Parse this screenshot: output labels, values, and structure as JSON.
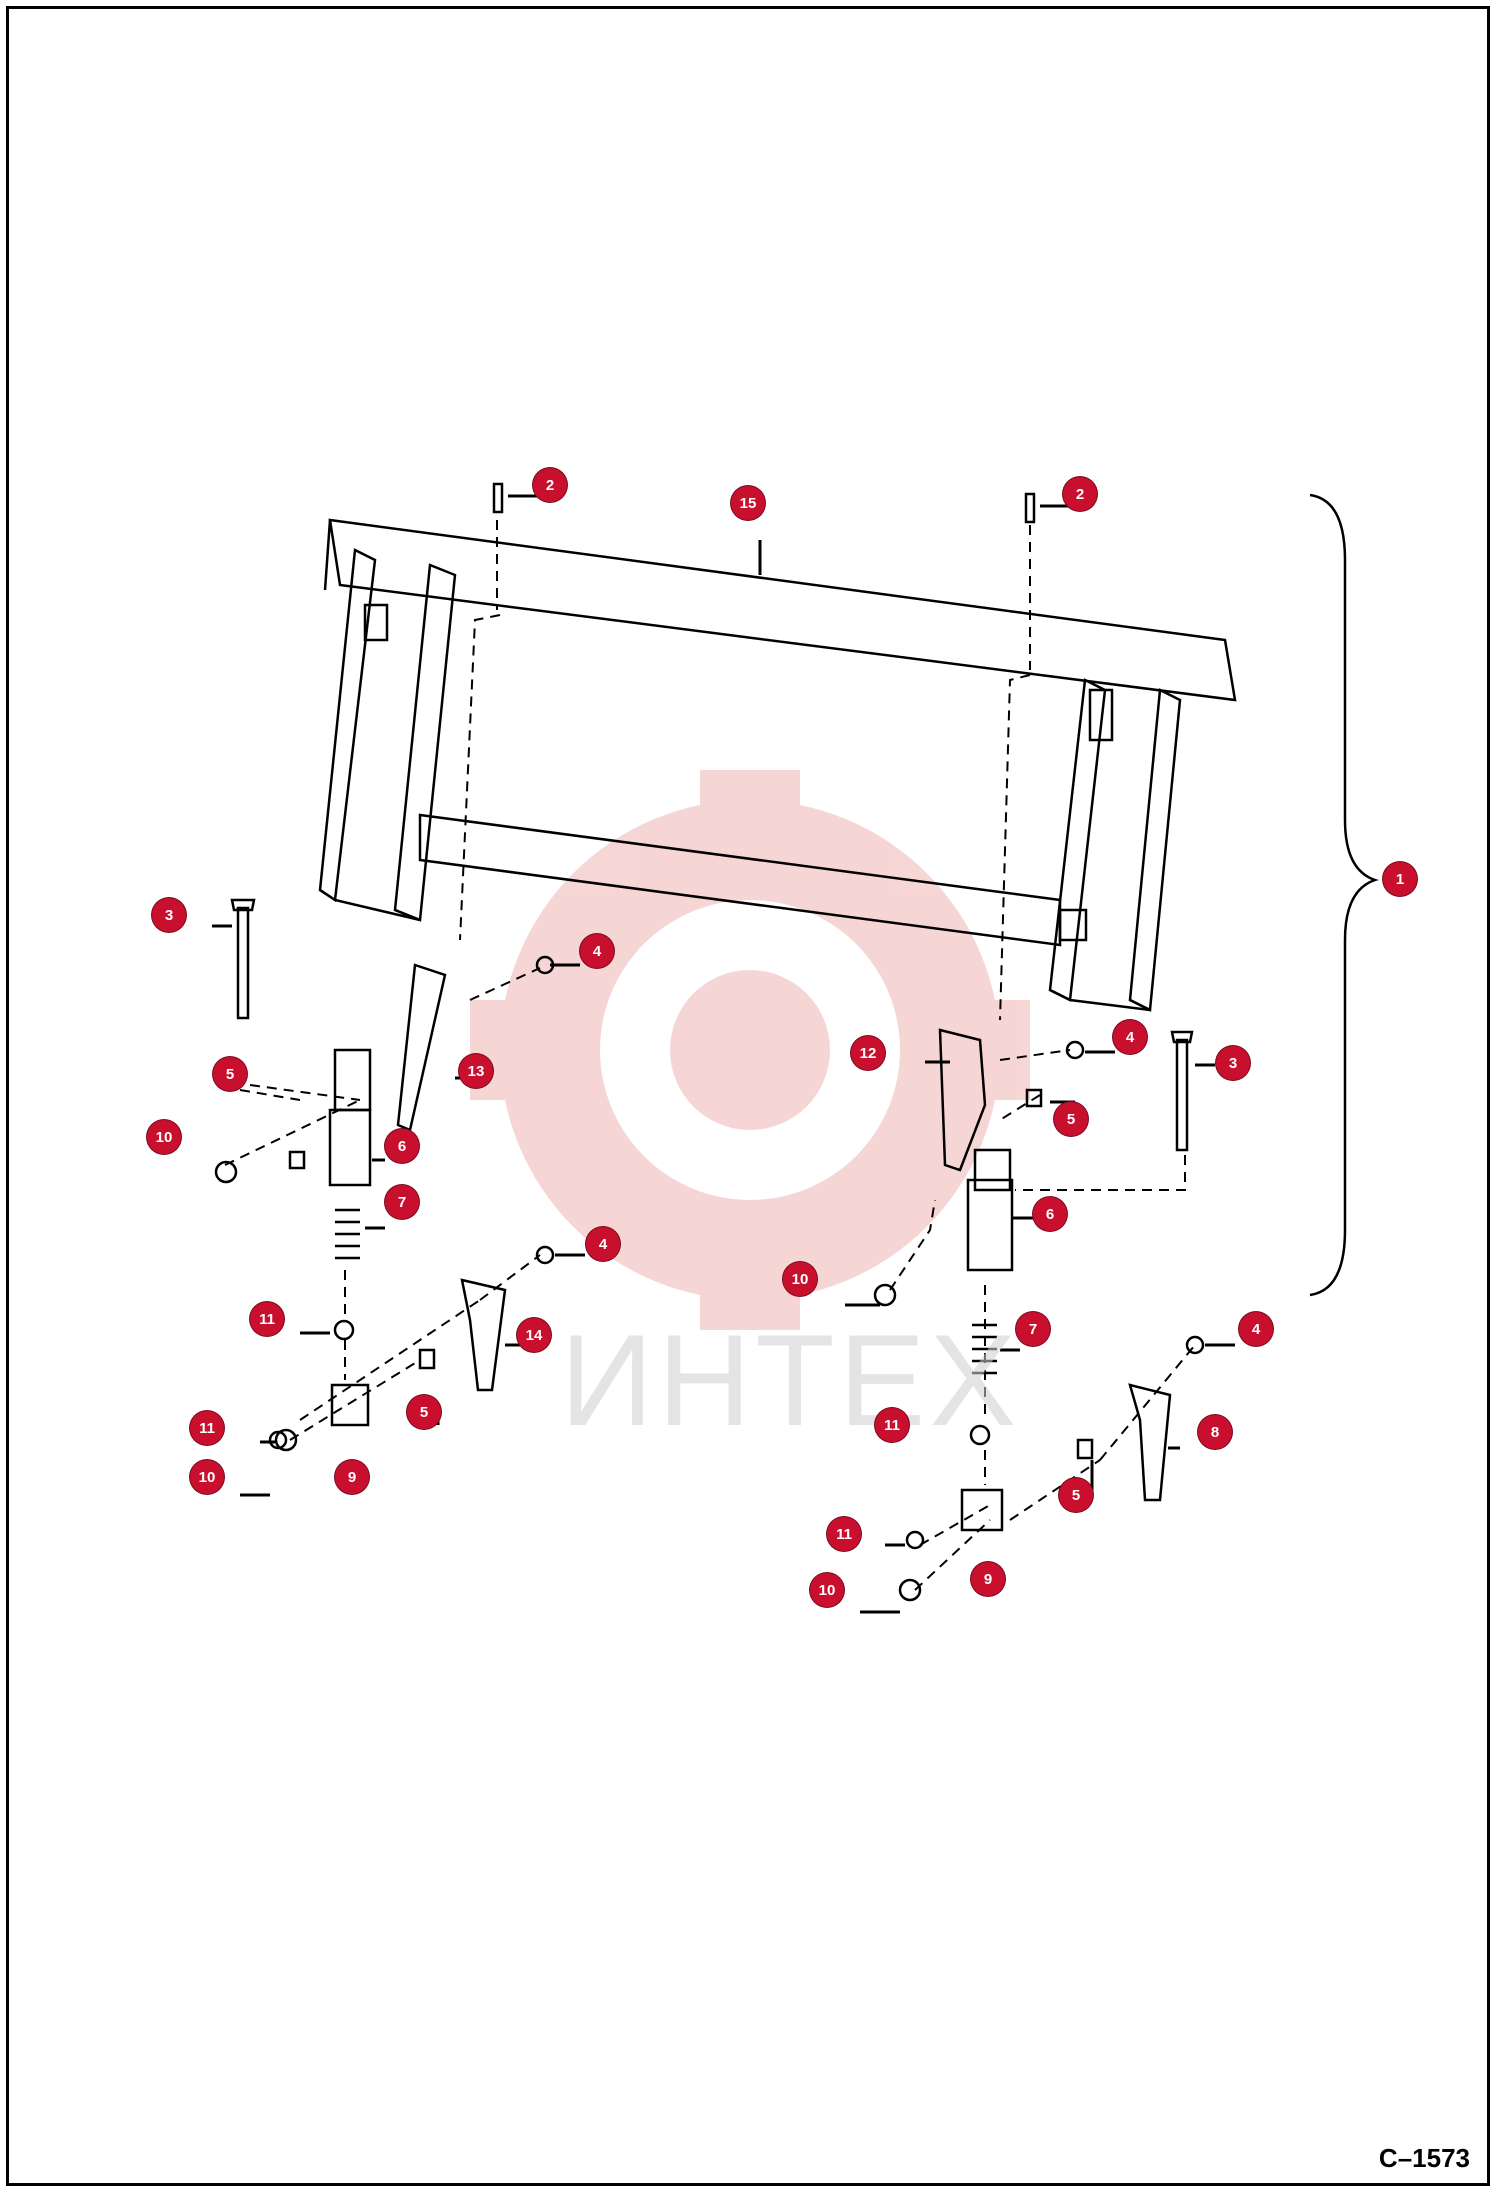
{
  "watermark": {
    "text": "ИНТЕХ",
    "color": "#e8a5a5"
  },
  "drawing_code": "C–1573",
  "badge_color": "#c8102e",
  "callouts": [
    {
      "id": "c15",
      "num": "15"
    },
    {
      "id": "c2a",
      "num": "2"
    },
    {
      "id": "c2b",
      "num": "2"
    },
    {
      "id": "c1",
      "num": "1"
    },
    {
      "id": "c3a",
      "num": "3"
    },
    {
      "id": "c4a",
      "num": "4"
    },
    {
      "id": "c5a",
      "num": "5"
    },
    {
      "id": "c10a",
      "num": "10"
    },
    {
      "id": "c13",
      "num": "13"
    },
    {
      "id": "c6a",
      "num": "6"
    },
    {
      "id": "c7a",
      "num": "7"
    },
    {
      "id": "c11a",
      "num": "11"
    },
    {
      "id": "c4b",
      "num": "4"
    },
    {
      "id": "c14",
      "num": "14"
    },
    {
      "id": "c5b",
      "num": "5"
    },
    {
      "id": "c11b",
      "num": "11"
    },
    {
      "id": "c10b",
      "num": "10"
    },
    {
      "id": "c9a",
      "num": "9"
    },
    {
      "id": "c12",
      "num": "12"
    },
    {
      "id": "c4c",
      "num": "4"
    },
    {
      "id": "c3b",
      "num": "3"
    },
    {
      "id": "c5c",
      "num": "5"
    },
    {
      "id": "c6b",
      "num": "6"
    },
    {
      "id": "c10c",
      "num": "10"
    },
    {
      "id": "c7b",
      "num": "7"
    },
    {
      "id": "c4d",
      "num": "4"
    },
    {
      "id": "c11c",
      "num": "11"
    },
    {
      "id": "c8",
      "num": "8"
    },
    {
      "id": "c5d",
      "num": "5"
    },
    {
      "id": "c11d",
      "num": "11"
    },
    {
      "id": "c10d",
      "num": "10"
    },
    {
      "id": "c9b",
      "num": "9"
    }
  ]
}
